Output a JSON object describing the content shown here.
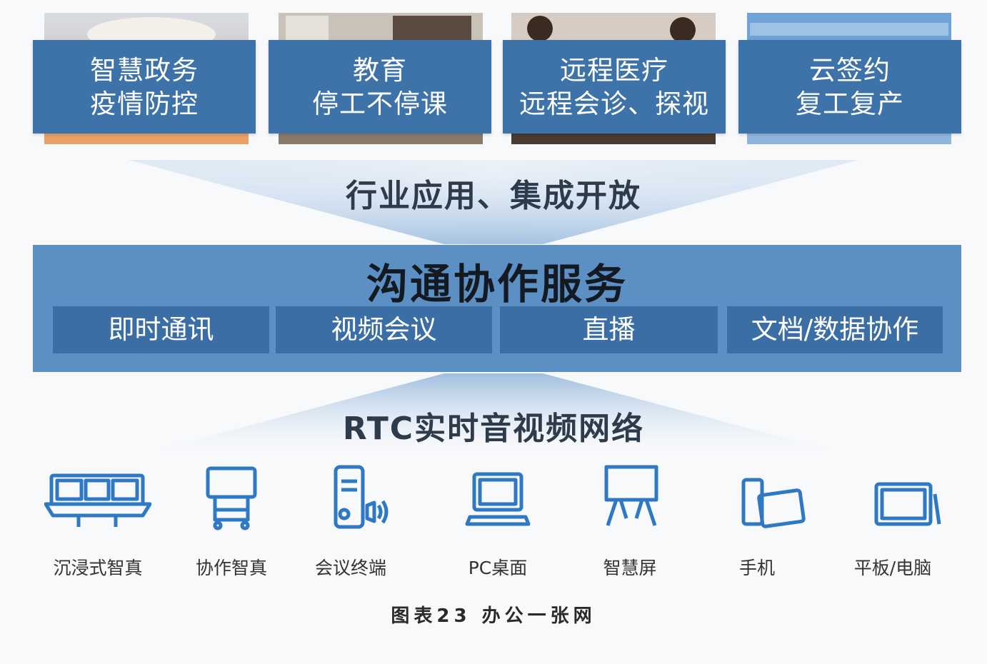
{
  "applications": [
    {
      "line1": "智慧政务",
      "line2": "疫情防控"
    },
    {
      "line1": "教育",
      "line2": "停工不停课"
    },
    {
      "line1": "远程医疗",
      "line2": "远程会诊、探视"
    },
    {
      "line1": "云签约",
      "line2": "复工复产"
    }
  ],
  "upper_label": "行业应用、集成开放",
  "service": {
    "title": "沟通协作服务",
    "items": [
      "即时通讯",
      "视频会议",
      "直播",
      "文档/数据协作"
    ]
  },
  "lower_label": "RTC实时音视频网络",
  "devices": [
    {
      "label": "沉浸式智真",
      "icon": "immersive-telepresence-icon"
    },
    {
      "label": "协作智真",
      "icon": "collaboration-board-icon"
    },
    {
      "label": "会议终端",
      "icon": "conference-terminal-icon"
    },
    {
      "label": "PC桌面",
      "icon": "pc-monitor-icon"
    },
    {
      "label": "智慧屏",
      "icon": "smart-screen-icon"
    },
    {
      "label": "手机",
      "icon": "mobile-phone-icon"
    },
    {
      "label": "平板/电脑",
      "icon": "tablet-laptop-icon"
    }
  ],
  "caption": "图表23 办公一张网",
  "colors": {
    "card_blue": "#3d73a8",
    "band_blue": "#5c8fc4",
    "sub_box_blue": "#3c6ea6",
    "icon_blue": "#2f78c4",
    "funnel_blue": "#8fb3da"
  }
}
